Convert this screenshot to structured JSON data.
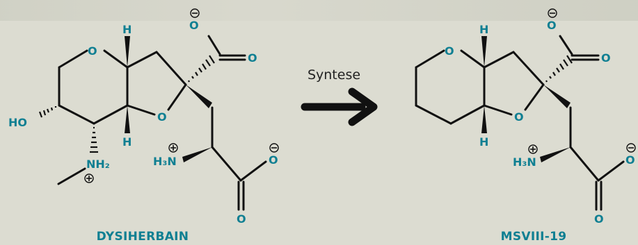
{
  "left_molecule": {
    "name": "DYSIHERBAIN",
    "atoms": {
      "o_ring": "O",
      "h_top": "H",
      "h_bottom": "H",
      "o_furan": "O",
      "o_carboxylate_top": "O",
      "o_carbonyl_top": "O",
      "ho": "HO",
      "nh2": "NH₂",
      "h3n": "H₃N",
      "o_carboxylate_bottom": "O",
      "o_carbonyl_bottom": "O"
    }
  },
  "reaction": {
    "label": "Syntese"
  },
  "right_molecule": {
    "name": "MSVIII-19",
    "atoms": {
      "o_ring": "O",
      "h_top": "H",
      "h_bottom": "H",
      "o_furan": "O",
      "o_carboxylate_top": "O",
      "o_carbonyl_top": "O",
      "h3n": "H₃N",
      "o_carboxylate_bottom": "O",
      "o_carbonyl_bottom": "O"
    }
  }
}
